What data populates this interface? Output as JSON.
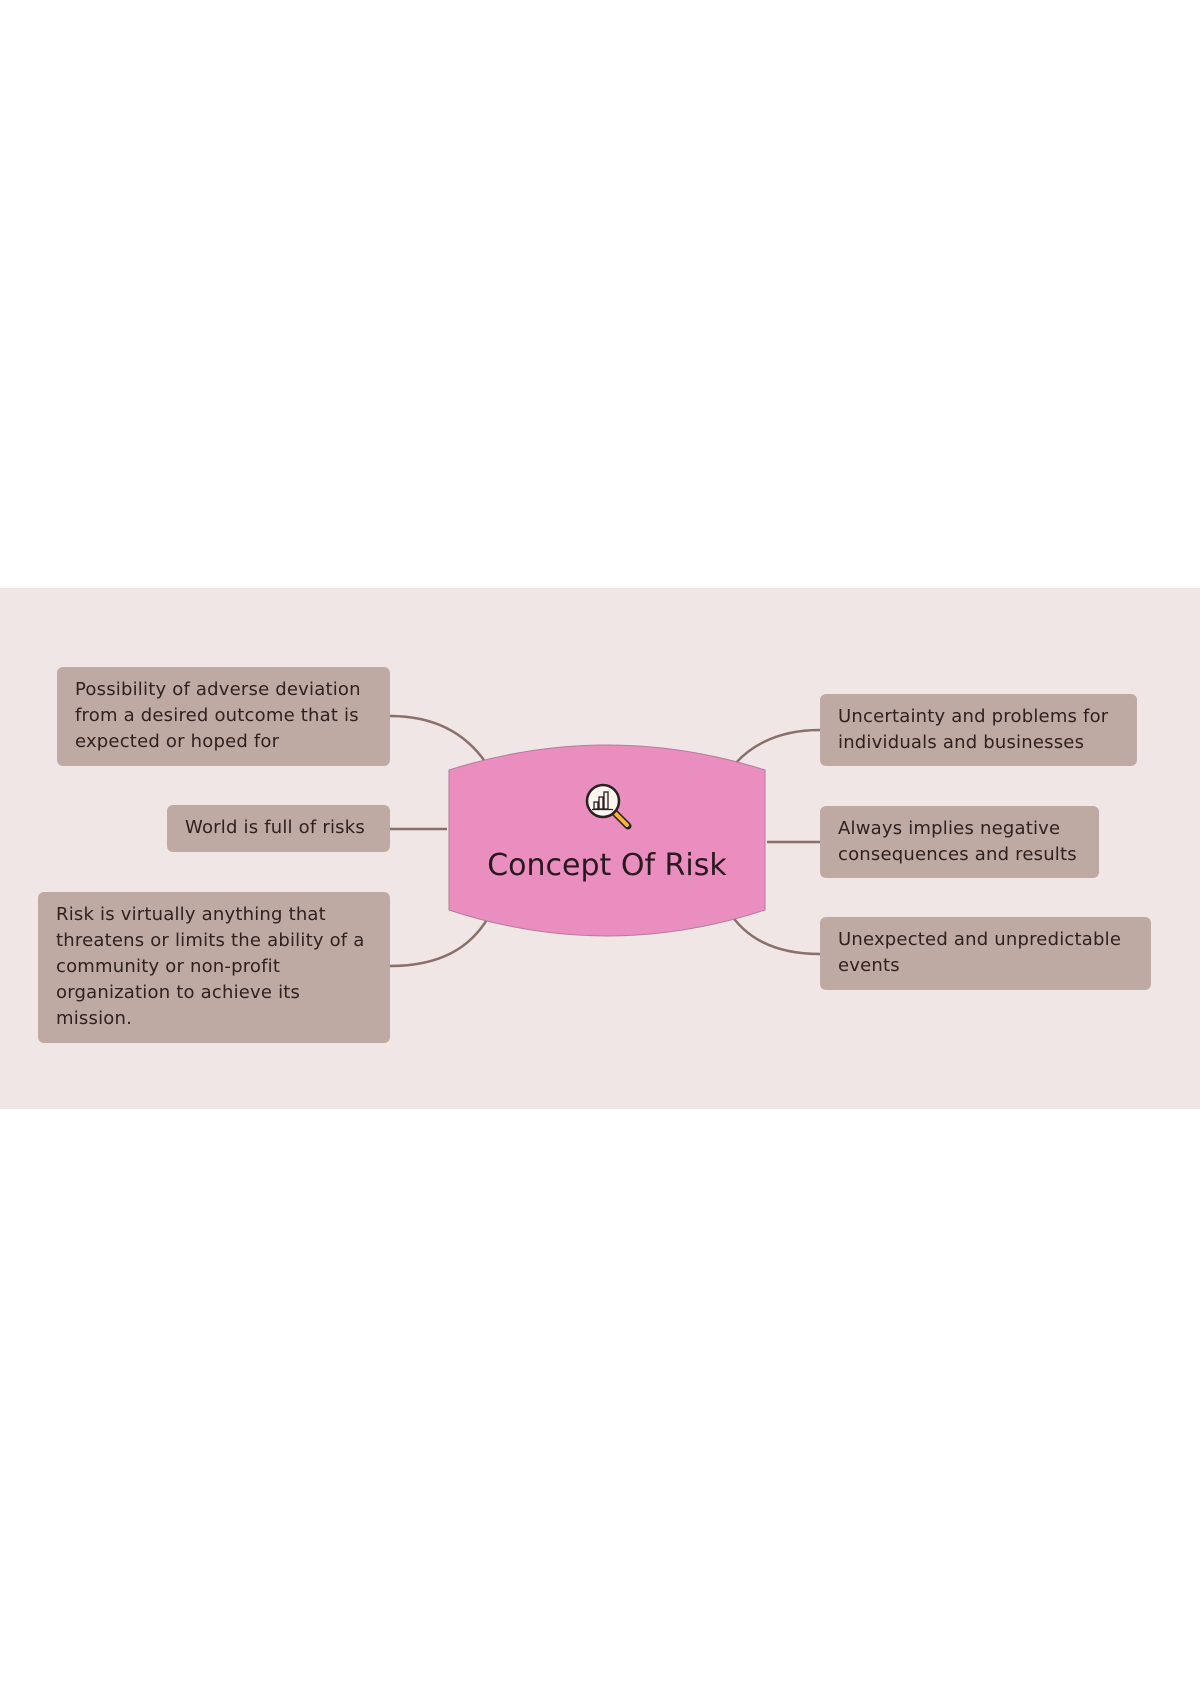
{
  "diagram": {
    "title": "Concept Of Risk",
    "center_icon": "magnifier-bar-chart-icon",
    "colors": {
      "panel_bg": "#efe6e5",
      "center_fill": "#e98ebf",
      "node_fill": "#bfaaa3",
      "connector": "#8a6f6a",
      "text": "#2e2120"
    },
    "left_nodes": [
      {
        "text": "Possibility of adverse deviation from a desired outcome that is expected or hoped for"
      },
      {
        "text": "World is full of risks"
      },
      {
        "text": "Risk is virtually anything that threatens or limits the ability of a community or non-profit organization to achieve its mission."
      }
    ],
    "right_nodes": [
      {
        "text": "Uncertainty and problems for individuals and businesses"
      },
      {
        "text": "Always implies negative consequences and results"
      },
      {
        "text": "Unexpected and unpredictable events"
      }
    ]
  }
}
